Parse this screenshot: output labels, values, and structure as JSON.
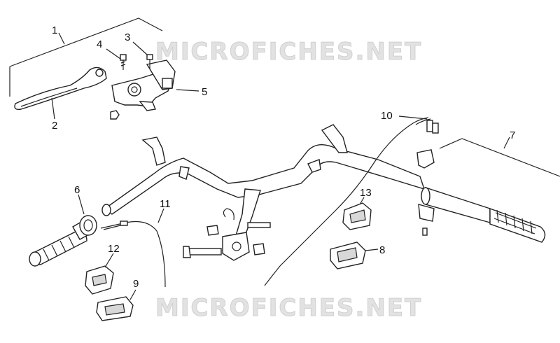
{
  "watermark": {
    "top": "MICROFICHES.NET",
    "bottom": "MICROFICHES.NET"
  },
  "callouts": [
    {
      "id": "1",
      "label": "1"
    },
    {
      "id": "2",
      "label": "2"
    },
    {
      "id": "3",
      "label": "3"
    },
    {
      "id": "4",
      "label": "4"
    },
    {
      "id": "5",
      "label": "5"
    },
    {
      "id": "6",
      "label": "6"
    },
    {
      "id": "7",
      "label": "7"
    },
    {
      "id": "8",
      "label": "8"
    },
    {
      "id": "9",
      "label": "9"
    },
    {
      "id": "10",
      "label": "10"
    },
    {
      "id": "11",
      "label": "11"
    },
    {
      "id": "12",
      "label": "12"
    },
    {
      "id": "13",
      "label": "13"
    }
  ]
}
